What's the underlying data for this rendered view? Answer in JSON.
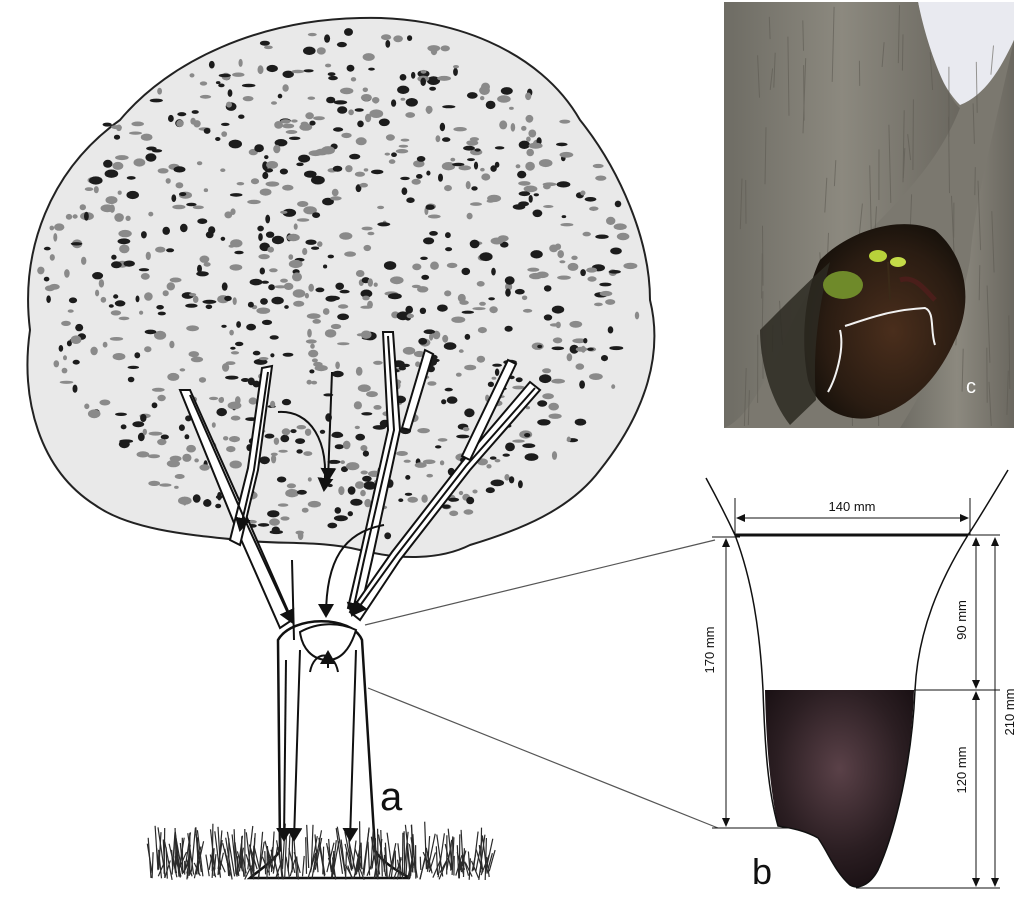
{
  "panels": {
    "a": "a",
    "b": "b",
    "c": "c"
  },
  "dimensions": {
    "top_width": "140 mm",
    "left_height": "170 mm",
    "upper_depth": "90 mm",
    "lower_depth": "120 mm",
    "total_height": "210 mm"
  },
  "colors": {
    "line": "#111111",
    "foliage_dark": "#1c1c1c",
    "foliage_light": "#8a8a8a",
    "grass": "#2a2a2a",
    "fill_dark": "#2b1e22",
    "bark": "#7d7a70",
    "hollow": "#2a2218",
    "moss": "#6f8a2a"
  },
  "icons": {
    "flow_arrows": "arrow-down-icon",
    "dimension_arrows": "double-arrow-icon"
  }
}
